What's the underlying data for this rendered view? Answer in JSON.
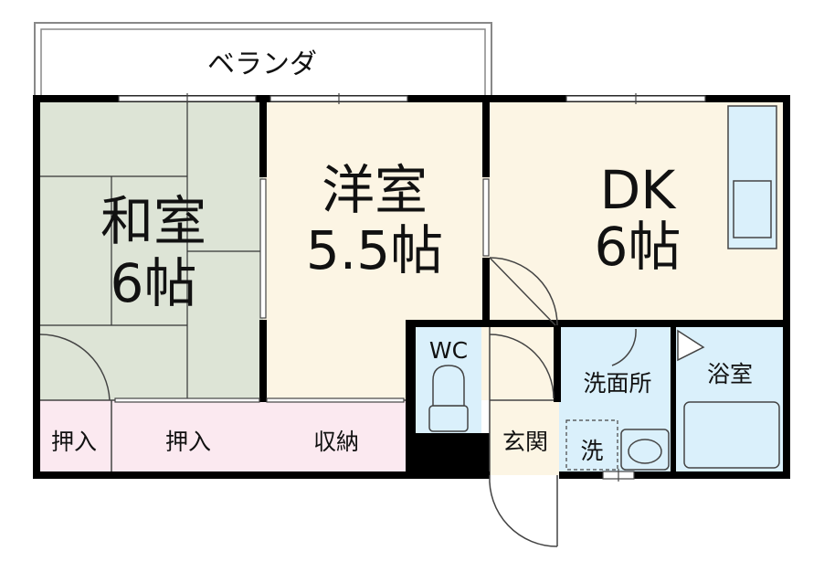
{
  "floor_plan": {
    "rooms": {
      "washitsu": {
        "name": "和室",
        "size": "6帖"
      },
      "youshitsu": {
        "name": "洋室",
        "size": "5.5帖"
      },
      "dk": {
        "name": "DK",
        "size": "6帖"
      },
      "wc": {
        "name": "WC"
      },
      "senmenjo": {
        "name": "洗面所"
      },
      "yokushitsu": {
        "name": "浴室"
      },
      "genkan": {
        "name": "玄関"
      },
      "sentakuki": {
        "name": "洗"
      },
      "oshiire_small": {
        "name": "押入"
      },
      "oshiire": {
        "name": "押入"
      },
      "shuunou": {
        "name": "収納"
      }
    },
    "veranda": {
      "name": "ベランダ"
    },
    "colors": {
      "tatami": "#dde4d6",
      "flooring": "#fcf5e4",
      "wet_area": "#daf0fb",
      "storage": "#fbe9f0",
      "wall": "#000000"
    }
  }
}
